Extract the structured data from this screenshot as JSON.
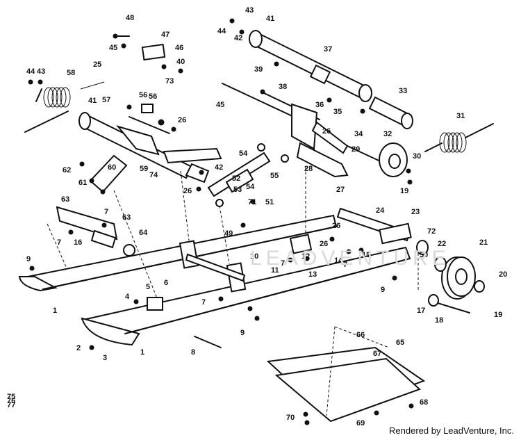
{
  "diagram": {
    "watermark": "LEADVENTURE",
    "credit": "Rendered by LeadVenture, Inc.",
    "callouts": [
      "1",
      "1",
      "2",
      "3",
      "4",
      "5",
      "6",
      "7",
      "7",
      "7",
      "7",
      "7",
      "8",
      "9",
      "9",
      "9",
      "10",
      "11",
      "12",
      "13",
      "14",
      "15",
      "16",
      "17",
      "18",
      "19",
      "19",
      "20",
      "21",
      "22",
      "23",
      "24",
      "25",
      "26",
      "26",
      "26",
      "26",
      "26",
      "27",
      "28",
      "29",
      "30",
      "31",
      "32",
      "33",
      "34",
      "35",
      "36",
      "37",
      "38",
      "39",
      "40",
      "41",
      "41",
      "42",
      "42",
      "43",
      "43",
      "44",
      "44",
      "45",
      "45",
      "46",
      "47",
      "48",
      "49",
      "50",
      "51",
      "52",
      "53",
      "54",
      "54",
      "55",
      "56",
      "56",
      "57",
      "58",
      "59",
      "60",
      "61",
      "62",
      "63",
      "63",
      "64",
      "65",
      "66",
      "67",
      "68",
      "69",
      "70",
      "71",
      "72",
      "73",
      "74",
      "75",
      "76",
      "77"
    ]
  }
}
